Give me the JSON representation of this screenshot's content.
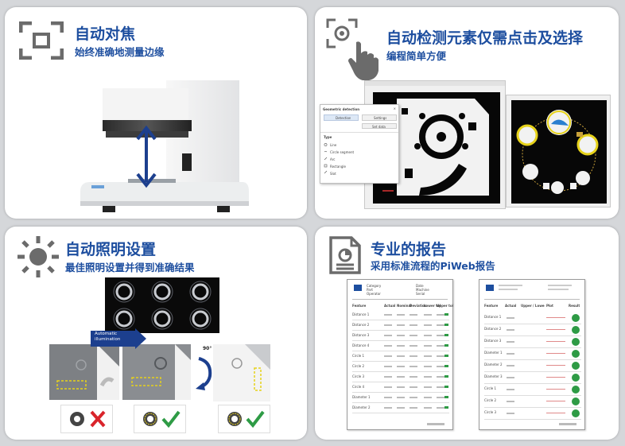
{
  "panels": {
    "autofocus": {
      "title": "自动对焦",
      "subtitle": "始终准确地测量边缘",
      "icon": "focus-frame-icon"
    },
    "auto_detect": {
      "title": "自动检测元素仅需点击及选择",
      "subtitle": "编程简单方便",
      "icon": "hand-click-target-icon",
      "dialog": {
        "title": "Geometric detection",
        "tab_detection": "Detection",
        "tab_settings": "Settings",
        "button": "Set data",
        "type_label": "Type",
        "types": [
          "Line",
          "Circle segment",
          "Arc",
          "Rectangle",
          "Slot"
        ]
      }
    },
    "auto_lighting": {
      "title": "自动照明设置",
      "subtitle": "最佳照明设置并得到准确结果",
      "icon": "sun-icon",
      "arrow_label": "Automatic illumination",
      "rotation_label": "90°"
    },
    "report": {
      "title": "专业的报告",
      "subtitle": "采用标准流程的PiWeb报告",
      "icon": "document-report-icon",
      "report_a": {
        "header_left": [
          "Category",
          "Part",
          "Operator"
        ],
        "header_right": [
          "Date",
          "Machine",
          "Serial"
        ],
        "columns": [
          "Feature",
          "Actual",
          "Nominal",
          "Deviation",
          "Lower tol",
          "Upper tol"
        ],
        "rows": [
          "Distance 1",
          "Distance 2",
          "Distance 3",
          "Distance 4",
          "Circle 1",
          "Circle 2",
          "Circle 3",
          "Circle 4",
          "Diameter 1",
          "Diameter 2"
        ]
      },
      "report_b": {
        "columns": [
          "Feature",
          "Actual",
          "Upper / Lower Tolerance",
          "Plot",
          "Result"
        ],
        "rows": [
          "Distance 1",
          "Distance 2",
          "Distance 3",
          "Diameter 1",
          "Diameter 2",
          "Diameter 3",
          "Circle 1",
          "Circle 2",
          "Circle 3"
        ]
      }
    }
  },
  "colors": {
    "title_blue": "#1d4e9f",
    "arrow_blue": "#1c3f8e",
    "check_green": "#2e9b45",
    "cross_red": "#d9242b",
    "highlight_yellow": "#e6d21a"
  }
}
